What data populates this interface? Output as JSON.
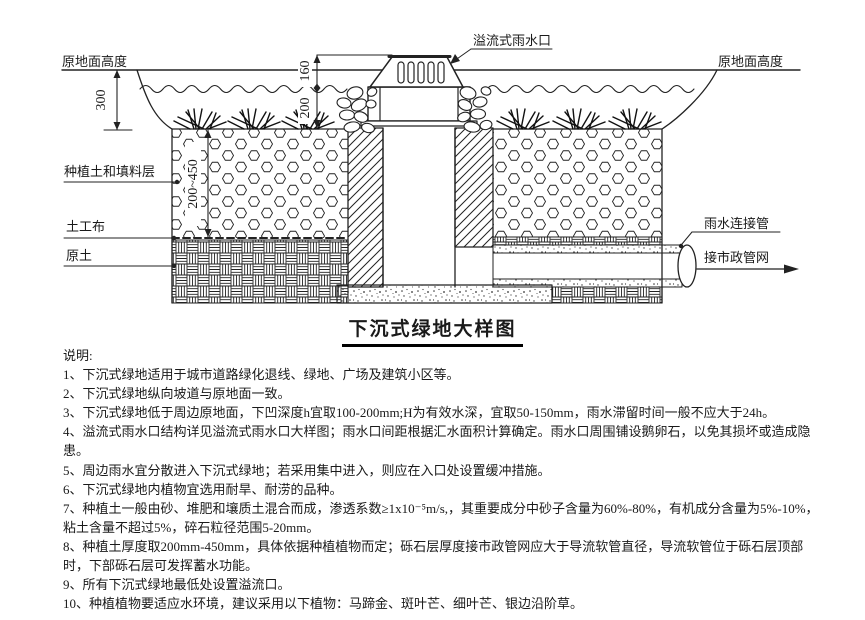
{
  "title": "下沉式绿地大样图",
  "drawing": {
    "labels": {
      "ground_left": "原地面高度",
      "ground_right": "原地面高度",
      "overflow_inlet": "溢流式雨水口",
      "planting_layer": "种植土和填料层",
      "geotextile": "土工布",
      "original_soil": "原土",
      "rain_pipe": "雨水连接管",
      "municipal_net": "接市政管网"
    },
    "dimensions": {
      "depth_total": "300",
      "freeboard": "160",
      "water_depth": "200",
      "soil_thickness": "200~450"
    },
    "colors": {
      "line": "#222222",
      "background": "#ffffff"
    }
  },
  "notes": {
    "heading": "说明:",
    "items": [
      "1、下沉式绿地适用于城市道路绿化退线、绿地、广场及建筑小区等。",
      "2、下沉式绿地纵向坡道与原地面一致。",
      "3、下沉式绿地低于周边原地面，下凹深度h宜取100-200mm;H为有效水深，宜取50-150mm，雨水滞留时间一般不应大于24h。",
      "4、溢流式雨水口结构详见溢流式雨水口大样图；雨水口间距根据汇水面积计算确定。雨水口周围铺设鹅卵石，以免其损坏或造成隐患。",
      "5、周边雨水宜分散进入下沉式绿地；若采用集中进入，则应在入口处设置缓冲措施。",
      "6、下沉式绿地内植物宜选用耐旱、耐涝的品种。",
      "7、种植土一般由砂、堆肥和壤质土混合而成，渗透系数≥1x10⁻⁵m/s,，其重要成分中砂子含量为60%-80%，有机成分含量为5%-10%，粘土含量不超过5%，碎石粒径范围5-20mm。",
      "8、种植土厚度取200mm-450mm，具体依据种植植物而定；砾石层厚度接市政管网应大于导流软管直径，导流软管位于砾石层顶部时，下部砾石层可发挥蓄水功能。",
      "9、所有下沉式绿地最低处设置溢流口。",
      "10、种植植物要适应水环境，建议采用以下植物：马蹄金、斑叶芒、细叶芒、银边沿阶草。"
    ]
  }
}
